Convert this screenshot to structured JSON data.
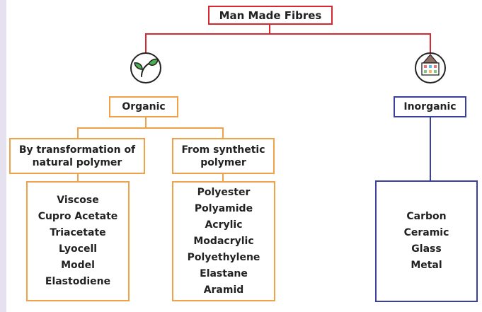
{
  "root": {
    "title": "Man Made Fibres"
  },
  "organic": {
    "label": "Organic",
    "subgroups": [
      {
        "heading": [
          "By transformation of",
          "natural polymer"
        ],
        "items": [
          "Viscose",
          "Cupro Acetate",
          "Triacetate",
          "Lyocell",
          "Model",
          "Elastodiene"
        ]
      },
      {
        "heading": [
          "From synthetic",
          "polymer"
        ],
        "items": [
          "Polyester",
          "Polyamide",
          "Acrylic",
          "Modacrylic",
          "Polyethylene",
          "Elastane",
          "Aramid"
        ]
      }
    ]
  },
  "inorganic": {
    "label": "Inorganic",
    "items": [
      "Carbon",
      "Ceramic",
      "Glass",
      "Metal"
    ]
  },
  "icons": {
    "organic": "leaf-sprout-icon",
    "inorganic": "mineral-lab-icon"
  },
  "colors": {
    "root": "#d7282f",
    "organic": "#f0a24a",
    "inorganic": "#3b3f9e"
  }
}
